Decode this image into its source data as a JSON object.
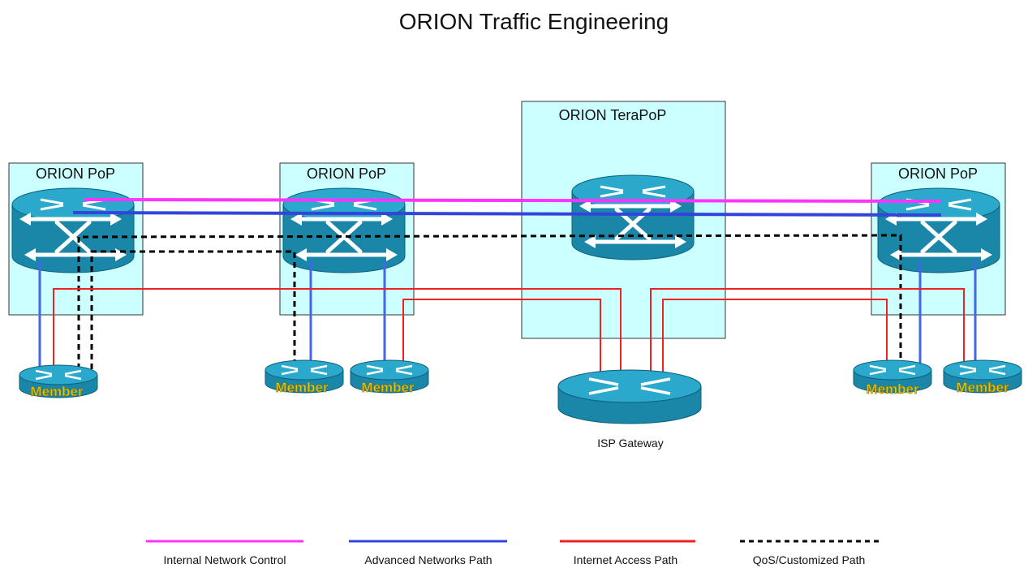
{
  "title": "ORION Traffic Engineering",
  "boxes": {
    "pop_label": "ORION PoP",
    "terapop_label": "ORION TeraPoP"
  },
  "member_label": "Member",
  "gateway_label": "ISP Gateway",
  "legend": [
    {
      "label": "Internal Network Control",
      "color": "#ff33ff",
      "style": "solid"
    },
    {
      "label": "Advanced Networks Path",
      "color": "#3344dd",
      "style": "solid"
    },
    {
      "label": "Internet Access Path",
      "color": "#ee2222",
      "style": "solid"
    },
    {
      "label": "QoS/Customized Path",
      "color": "#000000",
      "style": "dashed"
    }
  ],
  "colors": {
    "box_fill": "#ccffff",
    "router_body": "#1a87a8",
    "router_top": "#2aa9cc",
    "member_label": "#e8c400"
  }
}
